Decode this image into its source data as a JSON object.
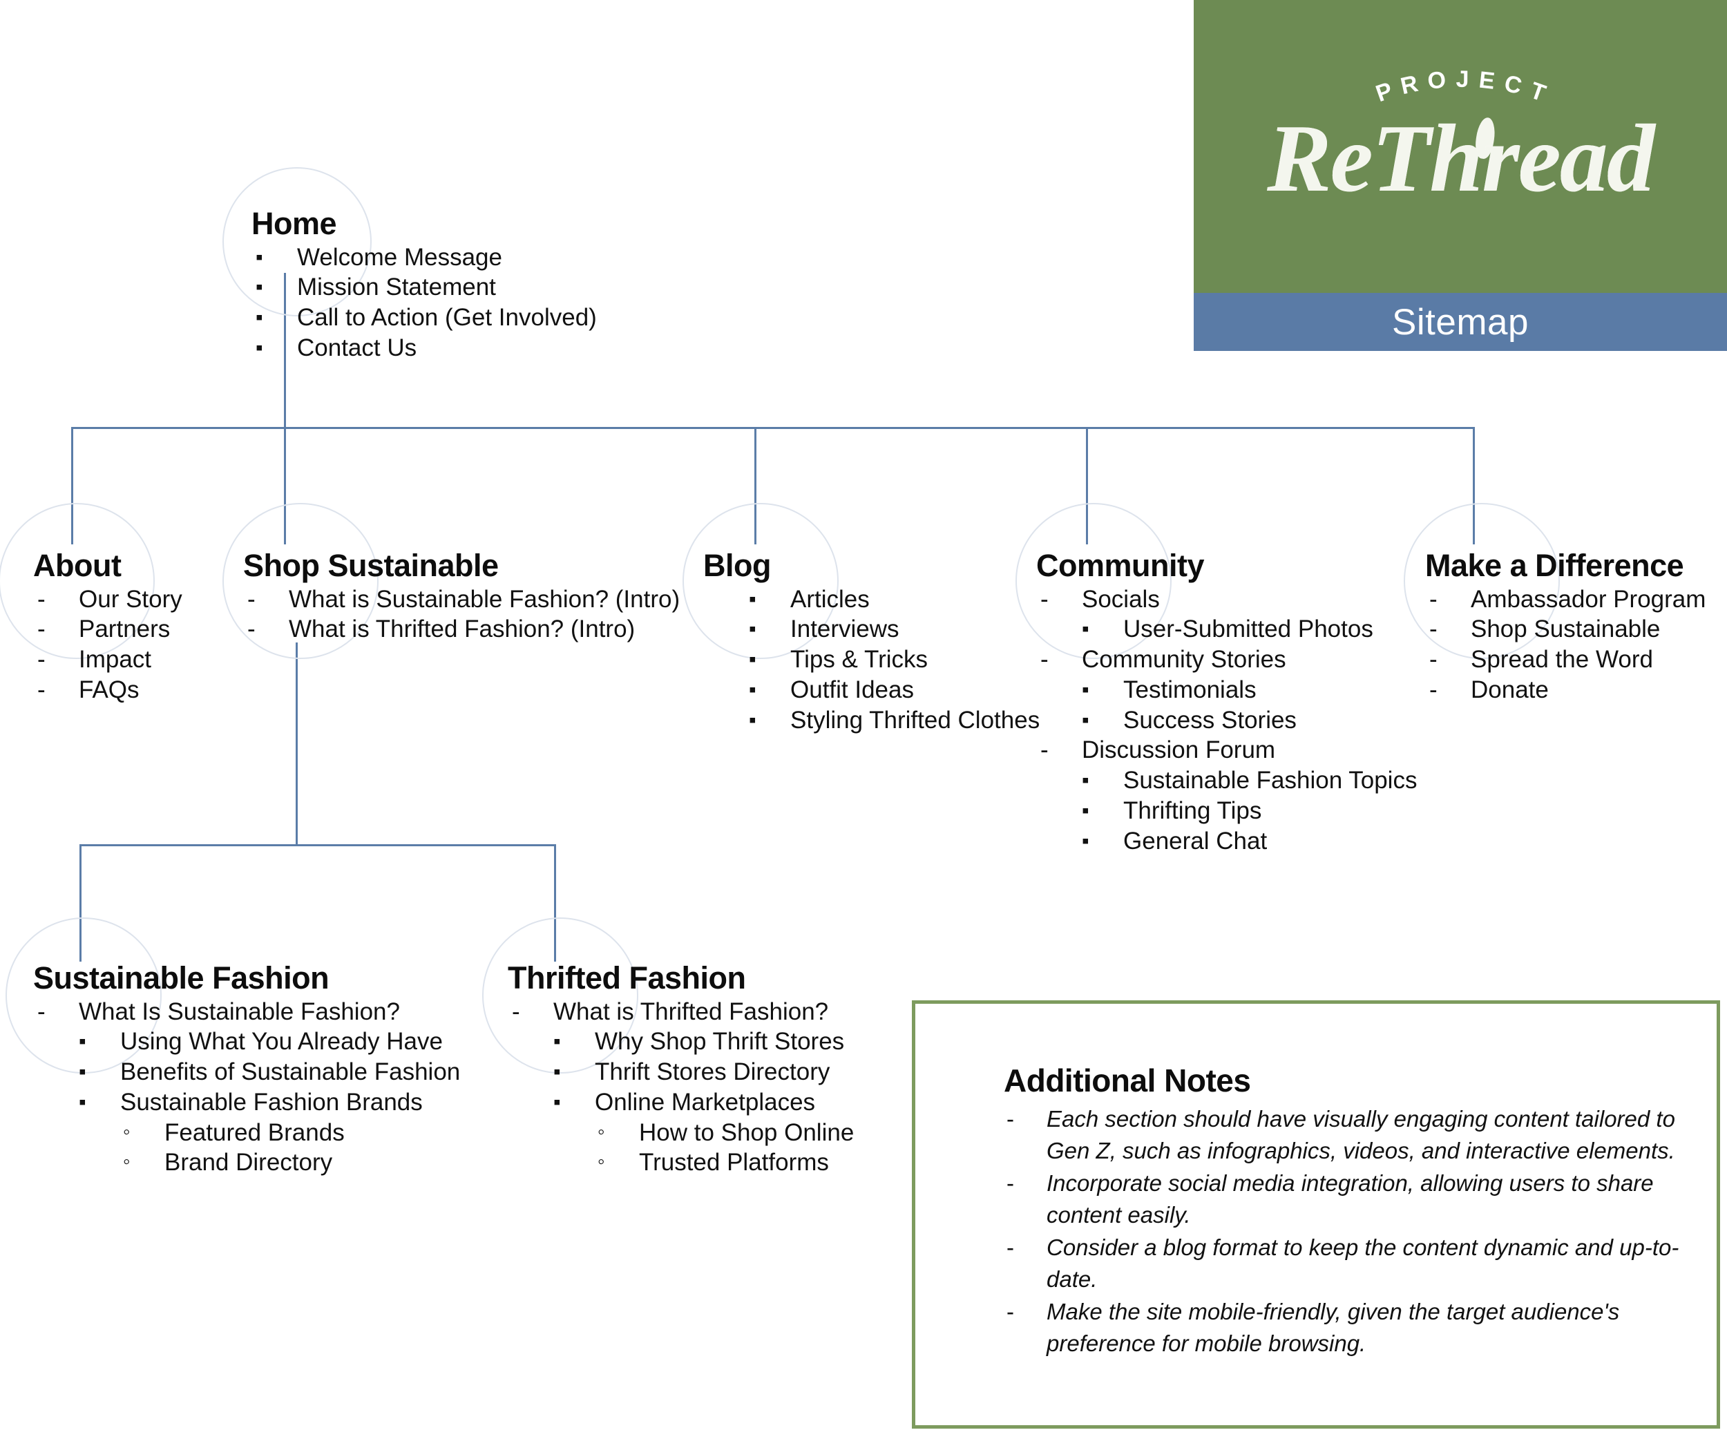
{
  "brand": {
    "arc_text": "P R O J E C T",
    "arc_letters": [
      "P",
      "R",
      "O",
      "J",
      "E",
      "C",
      "T"
    ],
    "wordmark": "ReThread",
    "subtitle": "Sitemap",
    "green": "#6d8b53",
    "blue": "#5a7ba6",
    "line_color": "#5b7da8",
    "circle_color": "#dde3ec",
    "notes_border": "#7d9b5e"
  },
  "bullets": {
    "dash": "-",
    "square": "▪",
    "circle": "◦"
  },
  "tree": {
    "home": {
      "title": "Home",
      "items": [
        "Welcome Message",
        "Mission Statement",
        "Call to Action (Get Involved)",
        "Contact Us"
      ]
    },
    "about": {
      "title": "About",
      "items": [
        "Our Story",
        "Partners",
        "Impact",
        "FAQs"
      ]
    },
    "shop_sustainable": {
      "title": "Shop Sustainable",
      "items": [
        "What is Sustainable Fashion? (Intro)",
        "What is Thrifted Fashion? (Intro)"
      ]
    },
    "blog": {
      "title": "Blog",
      "items": [
        "Articles",
        "Interviews",
        "Tips & Tricks",
        "Outfit Ideas",
        "Styling Thrifted Clothes"
      ]
    },
    "community": {
      "title": "Community",
      "groups": [
        {
          "label": "Socials",
          "children": [
            "User-Submitted Photos"
          ]
        },
        {
          "label": "Community Stories",
          "children": [
            "Testimonials",
            "Success Stories"
          ]
        },
        {
          "label": "Discussion Forum",
          "children": [
            "Sustainable Fashion Topics",
            "Thrifting Tips",
            "General Chat"
          ]
        }
      ]
    },
    "make_a_difference": {
      "title": "Make a Difference",
      "items": [
        "Ambassador Program",
        "Shop Sustainable",
        "Spread the Word",
        "Donate"
      ]
    },
    "sustainable_fashion": {
      "title": "Sustainable Fashion",
      "lead": "What Is Sustainable Fashion?",
      "children": [
        {
          "label": "Using What You Already Have",
          "children": []
        },
        {
          "label": "Benefits of Sustainable Fashion",
          "children": []
        },
        {
          "label": "Sustainable Fashion Brands",
          "children": [
            "Featured Brands",
            "Brand Directory"
          ]
        }
      ]
    },
    "thrifted_fashion": {
      "title": "Thrifted Fashion",
      "lead": "What is Thrifted Fashion?",
      "children": [
        {
          "label": "Why Shop Thrift Stores",
          "children": []
        },
        {
          "label": "Thrift Stores Directory",
          "children": []
        },
        {
          "label": "Online Marketplaces",
          "children": [
            "How to Shop Online",
            "Trusted Platforms"
          ]
        }
      ]
    }
  },
  "notes": {
    "title": "Additional Notes",
    "items": [
      "Each section should have visually engaging content tailored to Gen Z, such as infographics, videos, and interactive elements.",
      "Incorporate social media integration, allowing users to share content easily.",
      "Consider a blog format to keep the content dynamic and up-to-date.",
      "Make the site mobile-friendly, given the target audience's preference for mobile browsing."
    ]
  }
}
